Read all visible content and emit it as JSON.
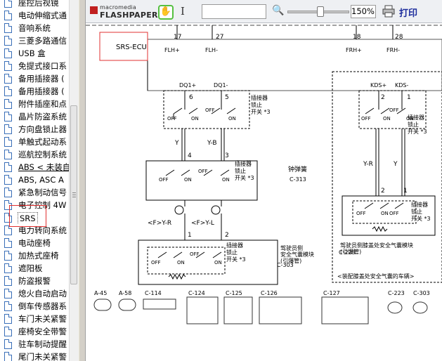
{
  "tree": {
    "items": [
      {
        "label": "座控后视镜",
        "link": false
      },
      {
        "label": "电动伸缩式通",
        "link": false
      },
      {
        "label": "音响系统",
        "link": false
      },
      {
        "label": "三菱多路通信",
        "link": false
      },
      {
        "label": "USB 盒",
        "link": false
      },
      {
        "label": "免提式接口系",
        "link": false
      },
      {
        "label": "备用插接器 (",
        "link": false
      },
      {
        "label": "备用插接器 (",
        "link": false
      },
      {
        "label": "附件插座和点",
        "link": false
      },
      {
        "label": "晶片防盗系统",
        "link": false
      },
      {
        "label": "方向盘锁止器",
        "link": false
      },
      {
        "label": "单触式起动系",
        "link": false
      },
      {
        "label": "巡航控制系统",
        "link": false
      },
      {
        "label": "ABS < 未装自",
        "link": true
      },
      {
        "label": "ABS, ASC A",
        "link": false
      },
      {
        "label": "紧急制动信号",
        "link": false
      },
      {
        "label": "电子控制 4W",
        "link": false
      },
      {
        "label": "SRS",
        "link": false,
        "selected": true
      },
      {
        "label": "电力转向系统",
        "link": false
      },
      {
        "label": "电动座椅",
        "link": false
      },
      {
        "label": "加热式座椅",
        "link": false
      },
      {
        "label": "遮阳板",
        "link": false
      },
      {
        "label": "防盗报警",
        "link": false
      },
      {
        "label": "熄火自动启动",
        "link": false
      },
      {
        "label": "倒车传感器系",
        "link": false
      },
      {
        "label": "车门未关紧警",
        "link": false
      },
      {
        "label": "座椅安全带警",
        "link": false
      },
      {
        "label": "驻车制动提醒",
        "link": false
      },
      {
        "label": "尾门未关紧警",
        "link": false
      }
    ]
  },
  "toolbar": {
    "logo_small": "macromedia",
    "logo_big": "FLASHPAPER",
    "zoom": "150%",
    "print_label": "打印",
    "search_value": ""
  },
  "diagram": {
    "ecu_label": "SRS-ECU",
    "pins_top": [
      "17",
      "27",
      "18",
      "28"
    ],
    "ecu_terminals_top": [
      "FLH+",
      "FLH-",
      "FRH+",
      "FRH-"
    ],
    "ecu_terminals_bottom": [
      "DQ1+",
      "DQ1-",
      "KDS+",
      "KDS-"
    ],
    "left": {
      "pins_a": [
        "6",
        "5"
      ],
      "pins_b": [
        "4",
        "3"
      ],
      "pins_c": [
        "1",
        "2"
      ],
      "wire_colors_1": [
        "Y",
        "Y-B"
      ],
      "wire_colors_2": [
        "<F>Y-R",
        "<F>Y-L"
      ],
      "connector_lock_1": "插接器\n锁止\n开关 *3",
      "connector_lock_2": "插接器\n锁止\n开关 *3",
      "connector_lock_3": "插接器\n锁止\n开关 *3",
      "clock_spring": "钟弹簧",
      "clock_spring_code": "C-313",
      "airbag_label": "驾驶员侧\n安全气囊模块\n(引爆管)",
      "airbag_code": "C-303"
    },
    "right": {
      "pins_a": [
        "2",
        "1"
      ],
      "pins_b": [
        "2",
        "1"
      ],
      "wire_colors": [
        "Y-R",
        "Y"
      ],
      "connector_lock_1": "插接器\n锁止\n开关 *3",
      "connector_lock_2": "插接器\n锁止\n开关 *3",
      "knee_label": "驾驶员侧膝盖处安全气囊模块\n(引爆管)",
      "knee_code": "C-223",
      "vehicle_note": "<装配膝盖处安全气囊的车辆>"
    },
    "switch_on": "ON",
    "switch_off": "OFF",
    "connectors": [
      {
        "code": "A-45"
      },
      {
        "code": "A-58"
      },
      {
        "code": "C-114"
      },
      {
        "code": "C-124"
      },
      {
        "code": "C-125"
      },
      {
        "code": "C-126"
      },
      {
        "code": "C-127"
      },
      {
        "code": "C-223"
      },
      {
        "code": "C-303"
      }
    ]
  },
  "colors": {
    "highlight_red": "#e03030",
    "hand_button_border": "#55c040",
    "print_blue": "#1c2c9c"
  }
}
